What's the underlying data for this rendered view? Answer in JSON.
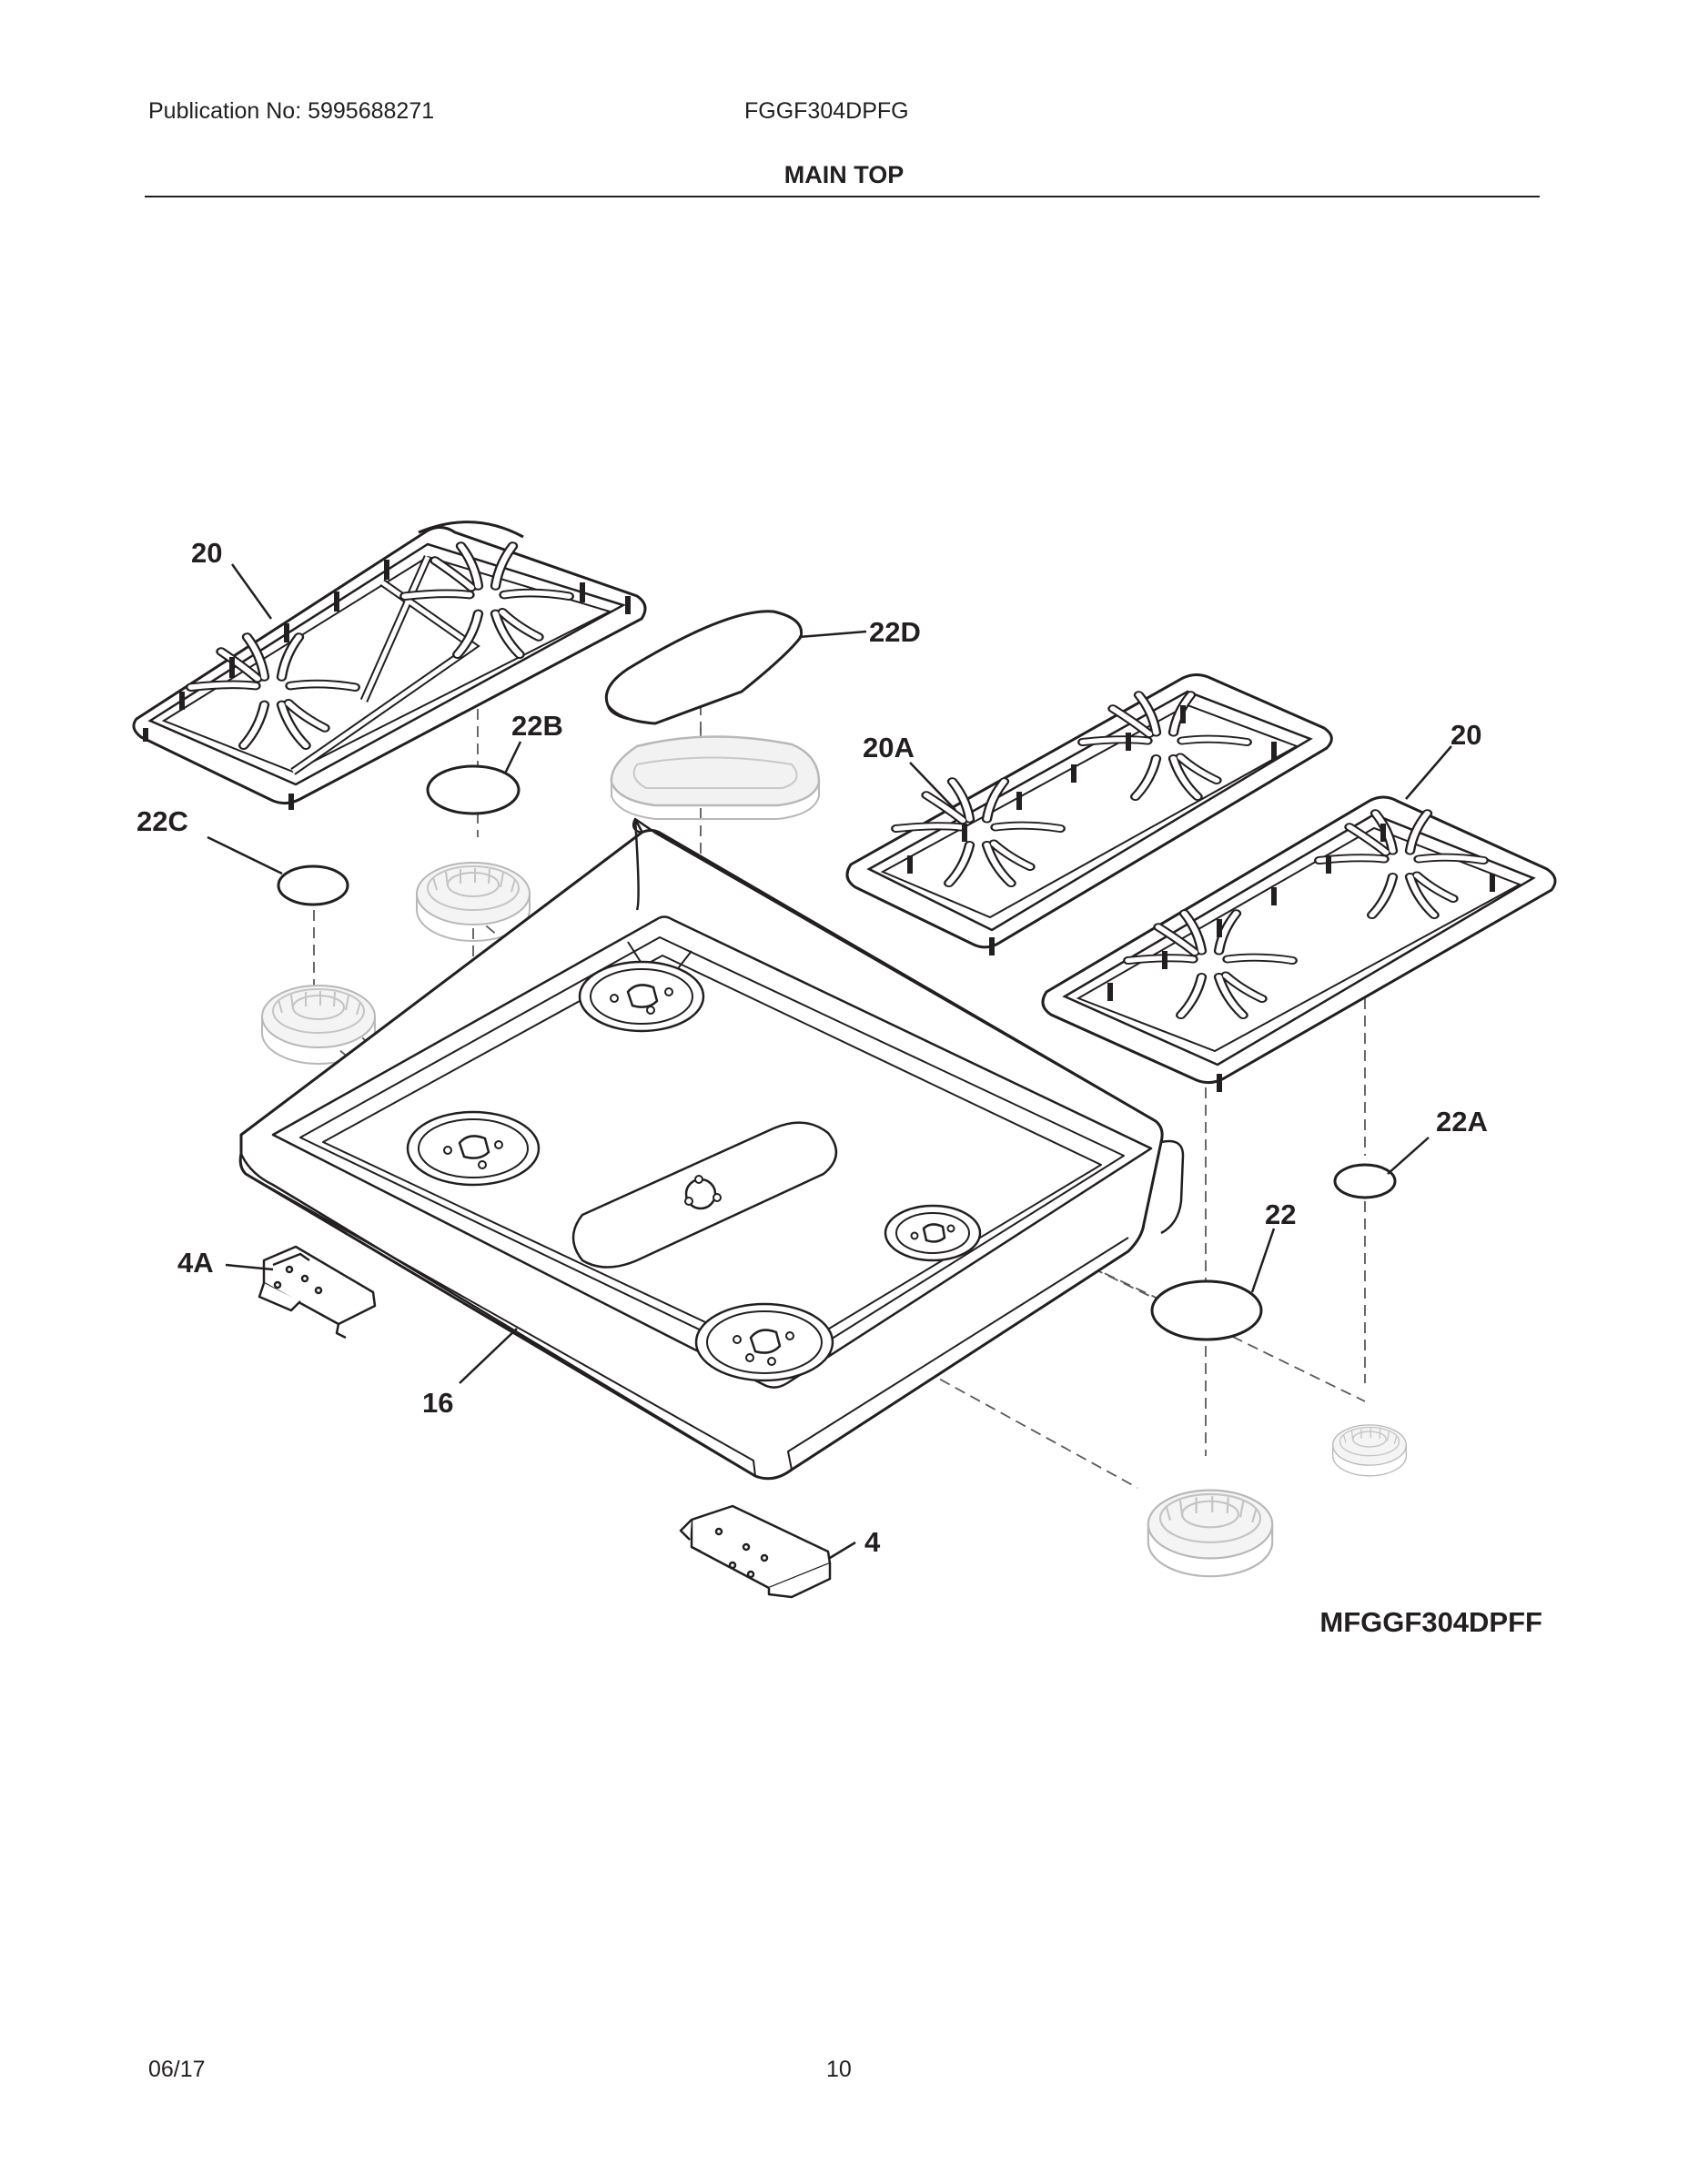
{
  "header": {
    "publication": "Publication No: 5995688271",
    "model": "FGGF304DPFG",
    "section_title": "MAIN TOP"
  },
  "diagram": {
    "callouts": {
      "c20_left": "20",
      "c22d": "22D",
      "c22b": "22B",
      "c20a": "20A",
      "c20_right": "20",
      "c22c": "22C",
      "c22a": "22A",
      "c22": "22",
      "c4a": "4A",
      "c16": "16",
      "c4": "4"
    },
    "figure_code": "MFGGF304DPFF"
  },
  "footer": {
    "date": "06/17",
    "page_number": "10"
  },
  "colors": {
    "ink": "#231f20",
    "ghost": "#b8b8b8",
    "paper": "#ffffff"
  }
}
